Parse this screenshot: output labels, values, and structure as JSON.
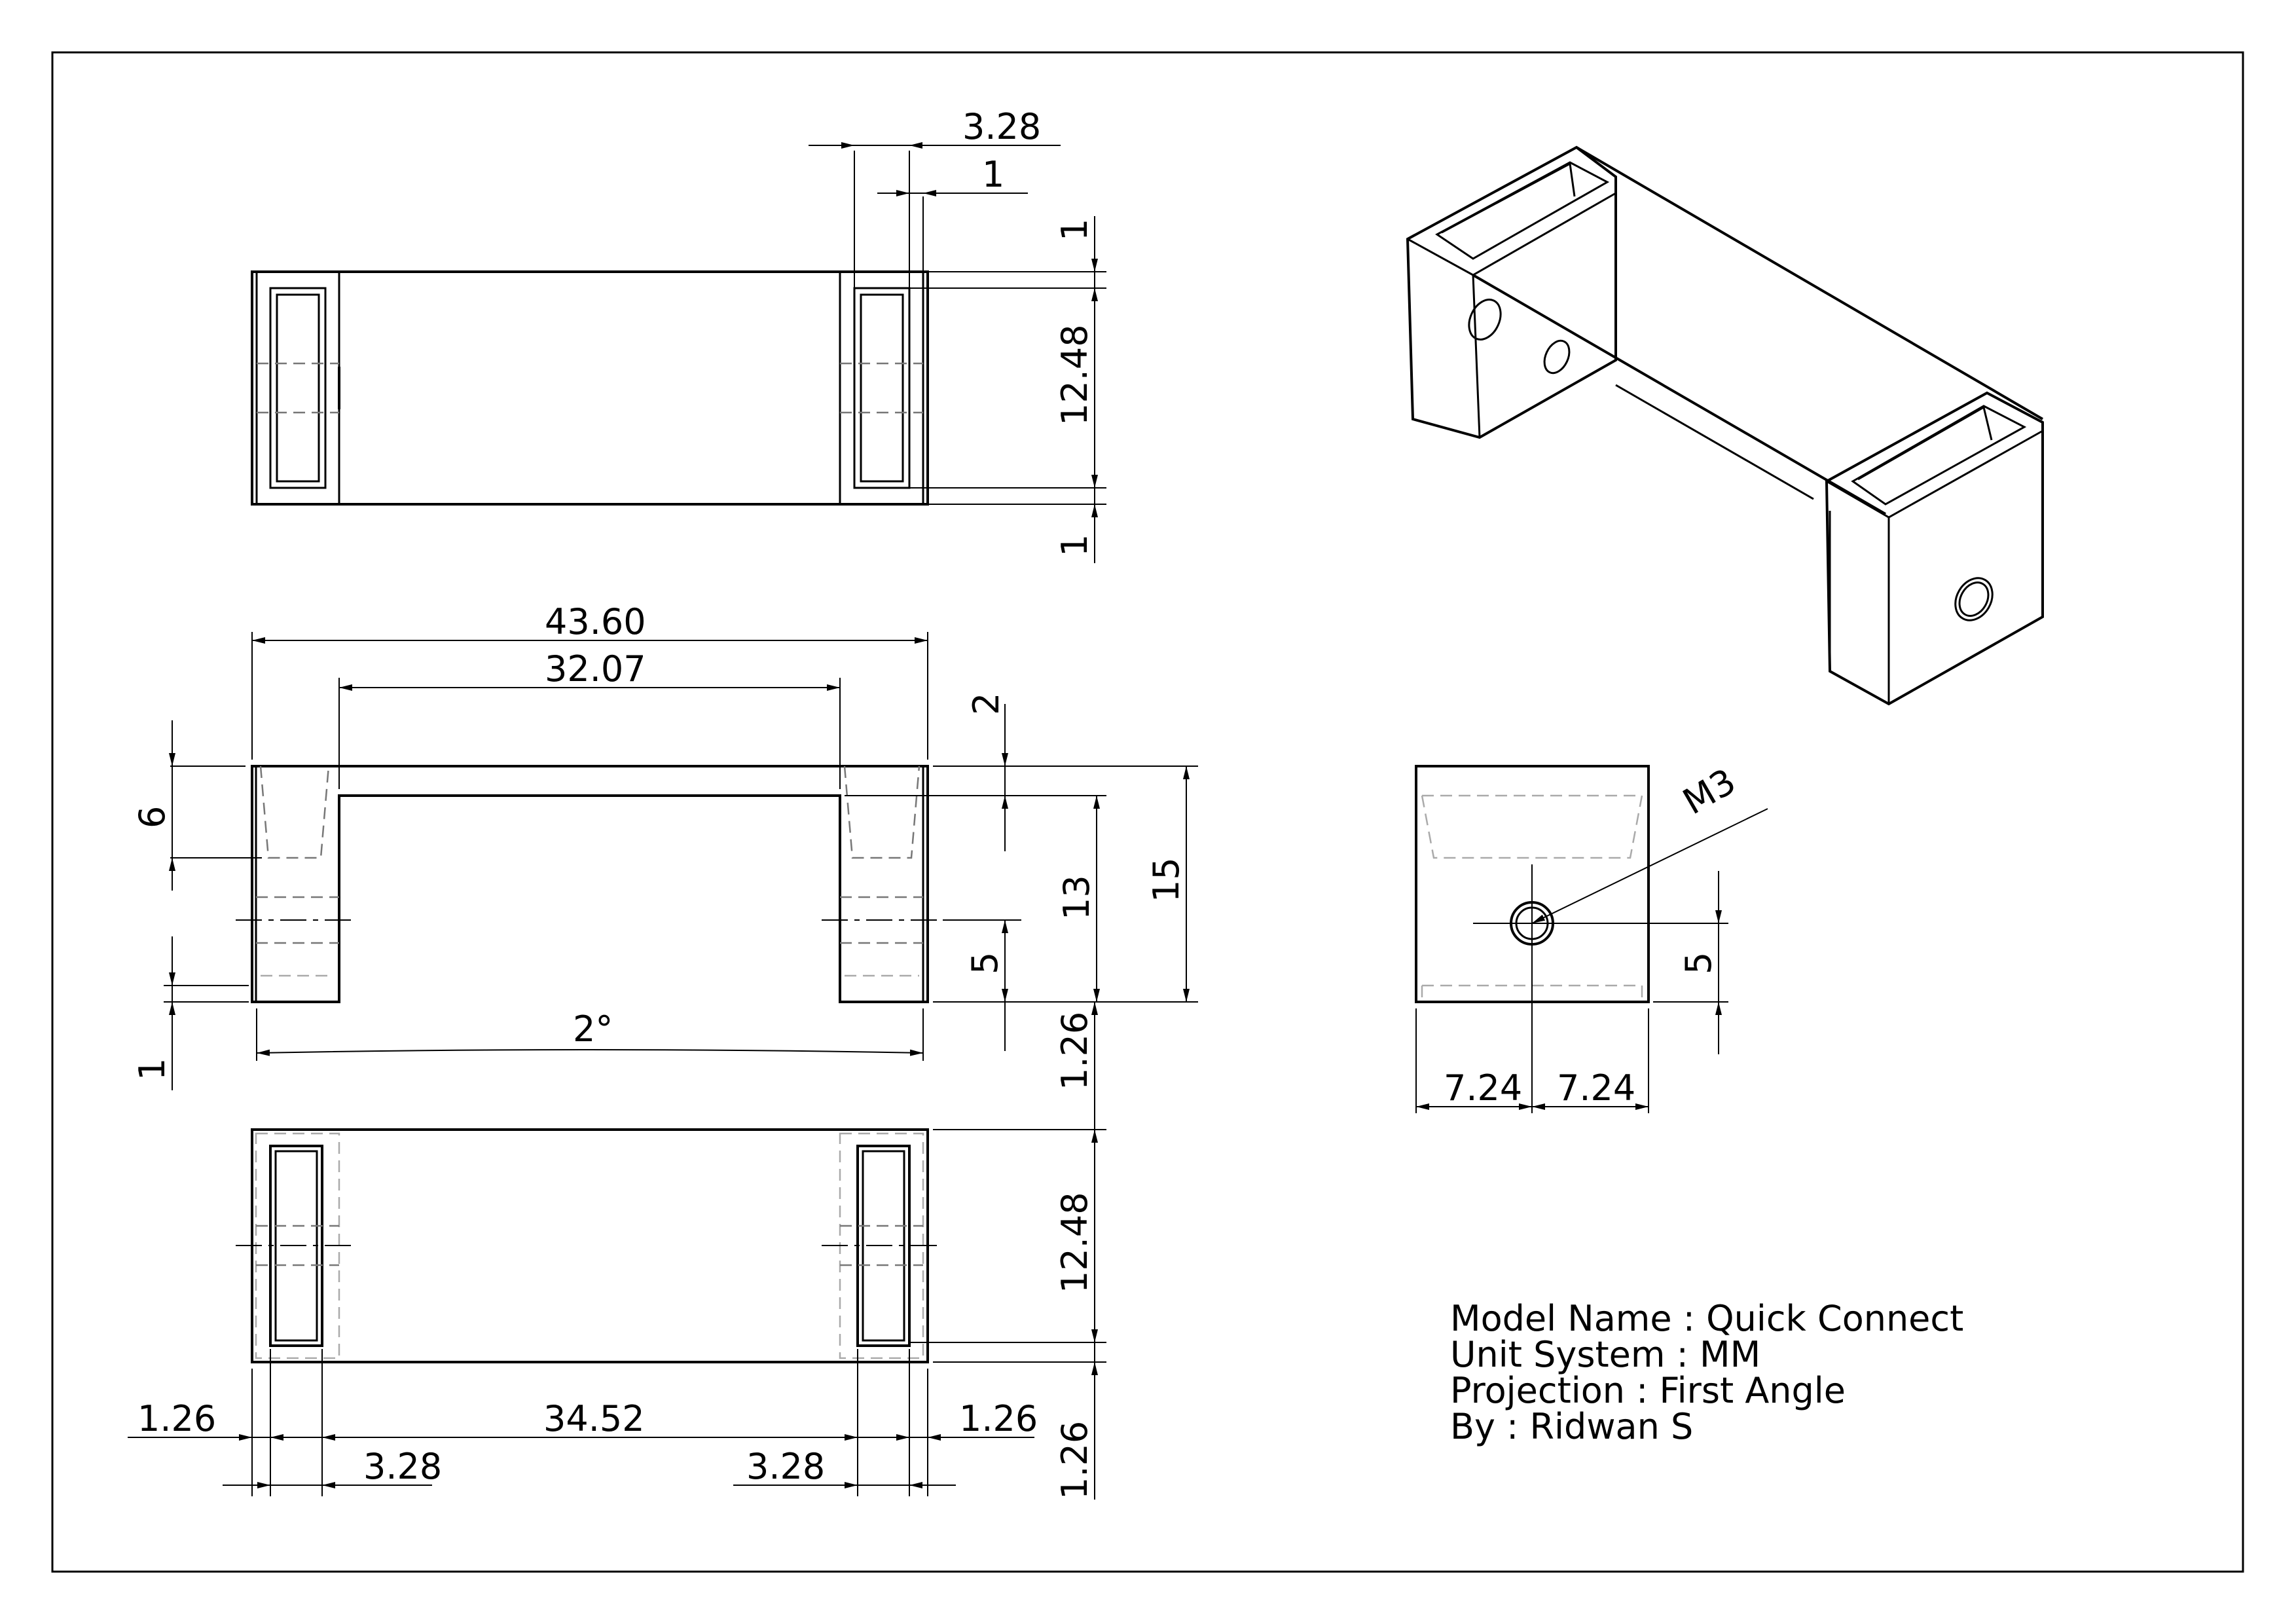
{
  "dimensions": {
    "top_width_3_28": "3.28",
    "top_offset_1": "1",
    "top_right_1a": "1",
    "top_right_12_48": "12.48",
    "top_right_1b": "1",
    "front_43_60": "43.60",
    "front_32_07": "32.07",
    "front_2_right": "2",
    "front_6_left": "6",
    "front_13": "13",
    "front_15": "15",
    "front_5": "5",
    "front_1_left": "1",
    "front_2deg": "2°",
    "mid_1_26": "1.26",
    "bottom_12_48": "12.48",
    "bottom_1_26_right": "1.26",
    "bottom_1_26_left": "1.26",
    "bottom_34_52": "34.52",
    "bottom_1_26_right2": "1.26",
    "bottom_3_28_left": "3.28",
    "bottom_3_28_right": "3.28",
    "side_m3": "M3",
    "side_5": "5",
    "side_7_24_left": "7.24",
    "side_7_24_right": "7.24"
  },
  "title_block": {
    "model_name": "Model Name : Quick Connect",
    "unit_system": "Unit System : MM",
    "projection": "Projection : First Angle",
    "author": "By : Ridwan S"
  }
}
